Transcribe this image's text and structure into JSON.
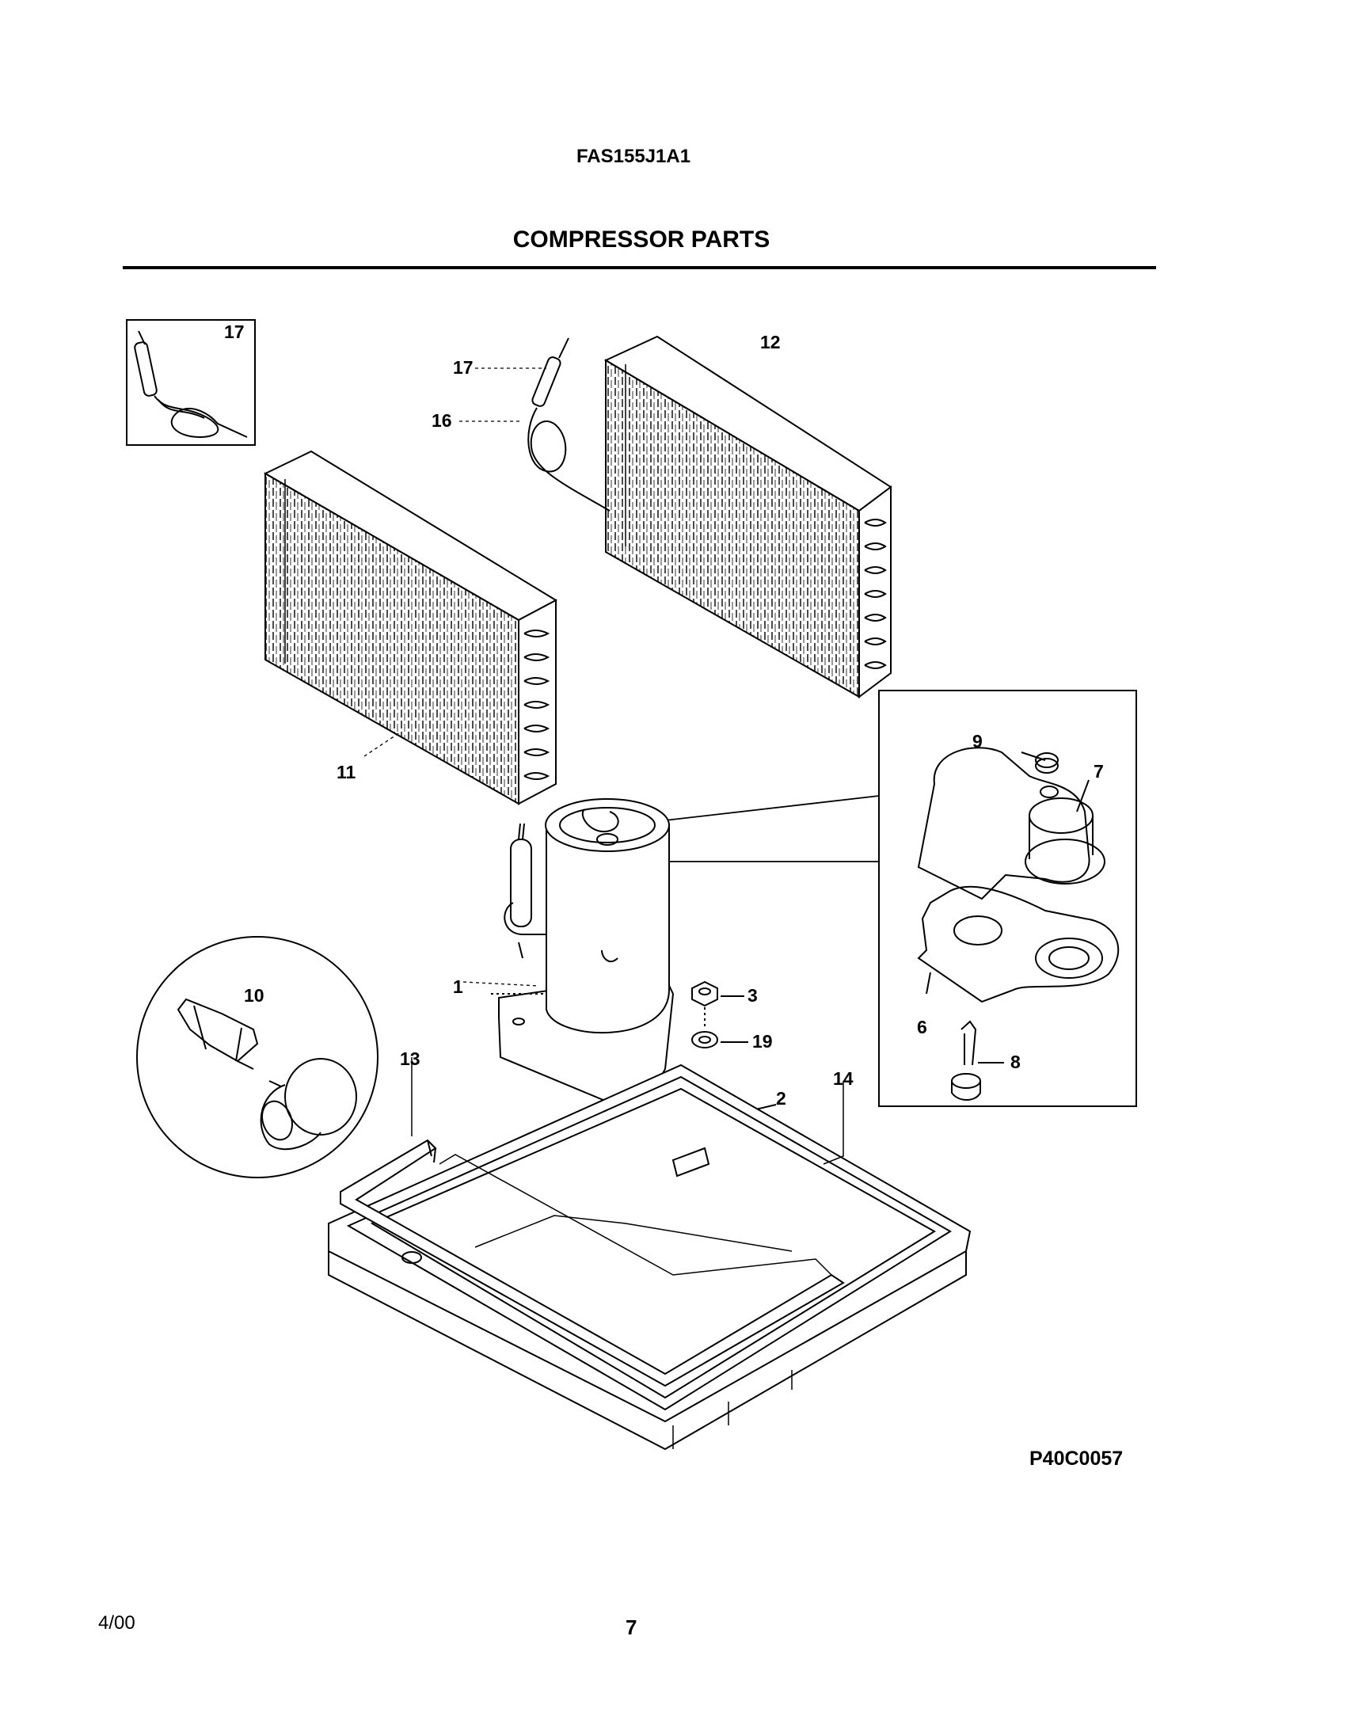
{
  "header": {
    "model": "FAS155J1A1",
    "title": "COMPRESSOR PARTS"
  },
  "callouts": {
    "c1": "1",
    "c2": "2",
    "c3": "3",
    "c6": "6",
    "c7": "7",
    "c8": "8",
    "c9": "9",
    "c10": "10",
    "c11": "11",
    "c12": "12",
    "c13": "13",
    "c14": "14",
    "c16": "16",
    "c17": "17",
    "c17_inset": "17",
    "c19": "19"
  },
  "footer": {
    "figure_code": "P40C0057",
    "date": "4/00",
    "page": "7"
  }
}
